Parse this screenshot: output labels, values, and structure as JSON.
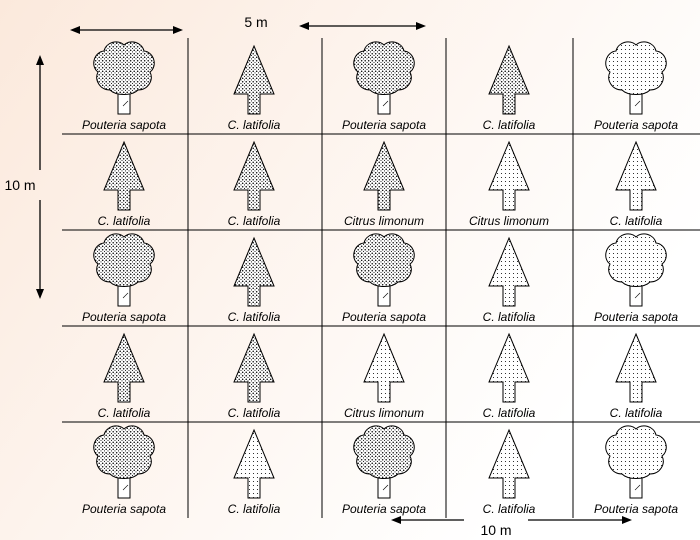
{
  "colors": {
    "stipple": "#000000",
    "outline": "#000000",
    "background_tint": "#fbe9dc"
  },
  "dimensions": {
    "top": "5 m",
    "left": "10 m",
    "bottom": "10 m"
  },
  "rows": [
    [
      {
        "species": "Pouteria sapota",
        "icon": "round-tree-icon",
        "shade": "dense"
      },
      {
        "species": "C. latifolia",
        "icon": "arrow-tree-icon",
        "shade": "dense"
      },
      {
        "species": "Pouteria sapota",
        "icon": "round-tree-icon",
        "shade": "dense"
      },
      {
        "species": "C. latifolia",
        "icon": "arrow-tree-icon",
        "shade": "dense"
      },
      {
        "species": "Pouteria sapota",
        "icon": "round-tree-icon",
        "shade": "light"
      }
    ],
    [
      {
        "species": "C. latifolia",
        "icon": "arrow-tree-icon",
        "shade": "dense"
      },
      {
        "species": "C. latifolia",
        "icon": "arrow-tree-icon",
        "shade": "dense"
      },
      {
        "species": "Citrus limonum",
        "icon": "arrow-tree-icon",
        "shade": "dense"
      },
      {
        "species": "Citrus limonum",
        "icon": "arrow-tree-icon",
        "shade": "light"
      },
      {
        "species": "C. latifolia",
        "icon": "arrow-tree-icon",
        "shade": "light"
      }
    ],
    [
      {
        "species": "Pouteria sapota",
        "icon": "round-tree-icon",
        "shade": "dense"
      },
      {
        "species": "C. latifolia",
        "icon": "arrow-tree-icon",
        "shade": "dense"
      },
      {
        "species": "Pouteria sapota",
        "icon": "round-tree-icon",
        "shade": "dense"
      },
      {
        "species": "C. latifolia",
        "icon": "arrow-tree-icon",
        "shade": "light"
      },
      {
        "species": "Pouteria sapota",
        "icon": "round-tree-icon",
        "shade": "light"
      }
    ],
    [
      {
        "species": "C. latifolia",
        "icon": "arrow-tree-icon",
        "shade": "dense"
      },
      {
        "species": "C. latifolia",
        "icon": "arrow-tree-icon",
        "shade": "dense"
      },
      {
        "species": "Citrus limonum",
        "icon": "arrow-tree-icon",
        "shade": "light"
      },
      {
        "species": "C. latifolia",
        "icon": "arrow-tree-icon",
        "shade": "light"
      },
      {
        "species": "C. latifolia",
        "icon": "arrow-tree-icon",
        "shade": "light"
      }
    ],
    [
      {
        "species": "Pouteria sapota",
        "icon": "round-tree-icon",
        "shade": "dense"
      },
      {
        "species": "C. latifolia",
        "icon": "arrow-tree-icon",
        "shade": "light"
      },
      {
        "species": "Pouteria sapota",
        "icon": "round-tree-icon",
        "shade": "dense"
      },
      {
        "species": "C. latifolia",
        "icon": "arrow-tree-icon",
        "shade": "light"
      },
      {
        "species": "Pouteria sapota",
        "icon": "round-tree-icon",
        "shade": "light"
      }
    ]
  ]
}
